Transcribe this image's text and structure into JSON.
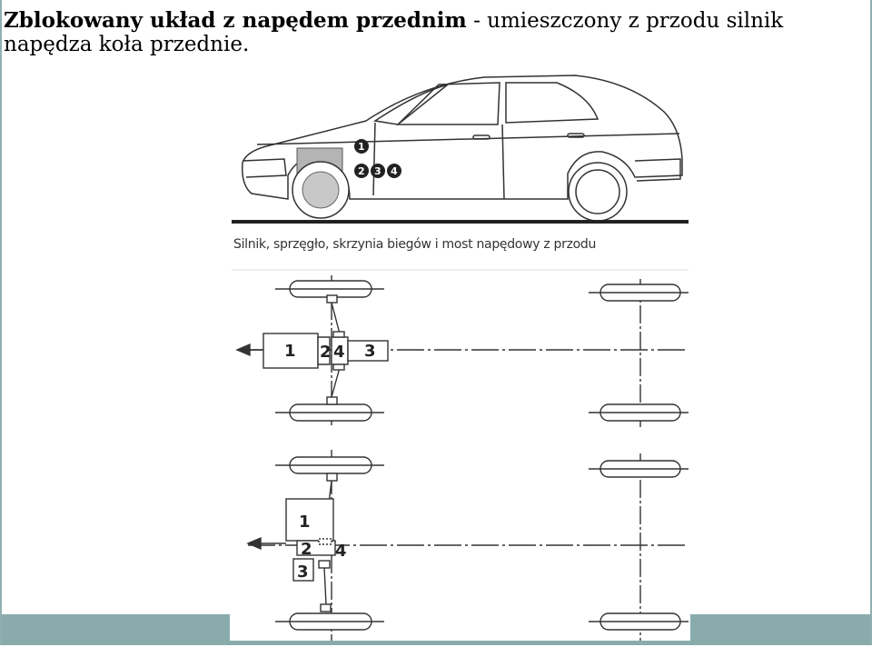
{
  "slide": {
    "title_bold": "Zblokowany układ z napędem przednim",
    "title_rest": " - umieszczony z przodu silnik napędza koła przednie.",
    "bottom_bar_color": "#8aabab",
    "border_color": "#8fb0b0"
  },
  "figure": {
    "caption": "Silnik, sprzęgło, skrzynia biegów i most napędowy z przodu",
    "car_markers": [
      "1",
      "2",
      "3",
      "4"
    ],
    "layout_top_labels": [
      "1",
      "2",
      "4",
      "3"
    ],
    "layout_bottom_labels": [
      "1",
      "2",
      "4",
      "3"
    ]
  }
}
